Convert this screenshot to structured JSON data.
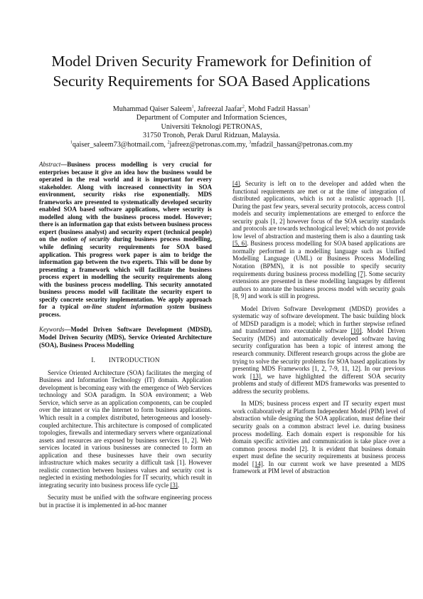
{
  "title": "Model Driven Security Framework for Definition of Security Requirements for SOA Based Applications",
  "authors": {
    "names": [
      {
        "name": "Muhammad Qaiser Saleem",
        "sup": "1"
      },
      {
        "name": "Jafreezal Jaafar",
        "sup": "2"
      },
      {
        "name": "Mohd Fadzil Hassan",
        "sup": "3"
      }
    ],
    "department": "Department of Computer and Information Sciences,",
    "university": "Universiti Teknologi PETRONAS,",
    "address": "31750 Tronoh, Perak Darul Ridzuan, Malaysia.",
    "emails": [
      {
        "sup": "1",
        "email": "qaiser_saleem73@hotmail.com"
      },
      {
        "sup": "2",
        "email": "jafreez@petronas.com.my"
      },
      {
        "sup": "3",
        "email": "mfadzil_hassan@petronas.com.my"
      }
    ]
  },
  "abstract": {
    "label": "Abstract",
    "dash": "—",
    "part1": "Business process modelling is very crucial for enterprises because it give an idea how the business would be operated in the real world and it is important for every stakeholder. Along with increased connectivity in SOA environment, security risks rise exponentially. MDS frameworks are presented to systematically developed security enabled SOA based software applications, where security is modelled along with the business process model. However; there is an information gap that exists between business process expert (business analyst) and security expert (technical people) on the",
    "italic1": "notion of security",
    "part2": "during business process modelling, while defining security requirements for SOA based application.  This progress work paper is aim to bridge the information gap between the two experts. This will be done by presenting a framework which will facilitate the business process expert in modelling the security requirements along with the business process modelling. This security annotated business process model will facilitate the security expert to specify concrete security implementation. We apply approach for a typical",
    "italic2": "on-line student information system",
    "part3": "business process."
  },
  "keywords": {
    "label": "Keywords",
    "dash": "—",
    "text": "Model Driven Software Development (MDSD), Model Driven Security (MDS), Service Oriented Architecture (SOA), Business Process Modelling"
  },
  "section1": {
    "heading": "I.  INTRODUCTION",
    "p1_a": "Service Oriented Architecture (SOA) facilitates the merging of Business and Information Technology (IT) domain. Application development is becoming easy with the emergence of Web Services technology and SOA paradigm. In SOA environment; a Web Service, which serve as an application components, can be coupled over the intranet or via the Internet to form business applications. Which result in a complex distributed, heterogeneous and loosely-coupled architecture.   This architecture is composed of complicated topologies, firewalls and intermediary servers where organizational assets and resources are exposed by business services [1, 2]. Web services located in various businesses are connected to form an application and these businesses have their own security infrastructure which makes security a difficult task [1]. However realistic connection between business values and security cost is neglected in existing methodologies for IT security, which result in integrating security into business process life cycle ",
    "p1_ref": "[3]",
    "p1_end": ".",
    "p2": "Security must be unified with the software engineering process but in practise it is implemented in ad-hoc manner"
  },
  "right": {
    "p1_ref1": "[4]",
    "p1_a": ". Security is left on to the developer and added when the functional requirements are met or at the time of integration of distributed applications, which is not a realistic approach [1]. During the past few years, several security protocols, access control models and security implementations are emerged to enforce the security goals [1, 2] however focus of the SOA security standards and protocols are towards technological level; which do not provide low level of abstraction and mastering them is also a daunting task ",
    "p1_ref2": "[5, 6]",
    "p1_b": ". Business process modelling for SOA based applications are normally performed in a modelling language such as Unified Modelling Language (UML) or Business Process Modelling Notation (BPMN), it is not possible to specify security requirements during business process modelling ",
    "p1_ref3": "[7]",
    "p1_c": ".  Some security extensions are presented in these modelling languages by different authors to annotate the business process model with security goals [8, 9] and work is still in progress.",
    "p2_a": "Model Driven Software Development (MDSD) provides a systematic way of software development. The basic building block of MDSD paradigm is a model; which in further stepwise refined and transformed into executable software ",
    "p2_ref1": "[10]",
    "p2_b": ". Model Driven Security (MDS) and automatically developed software having security configuration has been a topic of interest among the research community. Different research groups across the globe are trying to solve the security problems for SOA based applications by presenting MDS Frameworks [1, 2, 7-9, 11, 12]. In our previous work ",
    "p2_ref2": "[13]",
    "p2_c": ", we have highlighted the different SOA security problems and study of different MDS frameworks was presented to address the security problems.",
    "p3_a": "In MDS; business process expert and IT security expert must work collaboratively at Platform Independent Model (PIM) level of abstraction while designing the SOA application, must define their security goals on a common abstract level i.e. during business process modelling. Each domain expert is responsible for his domain specific activities and communication is take place over a common process model [2]. It is evident that business domain expert must define the security requirements at business process model ",
    "p3_ref": "[14]",
    "p3_b": ". In our current work we have presented a MDS framework at PIM level of abstraction"
  }
}
